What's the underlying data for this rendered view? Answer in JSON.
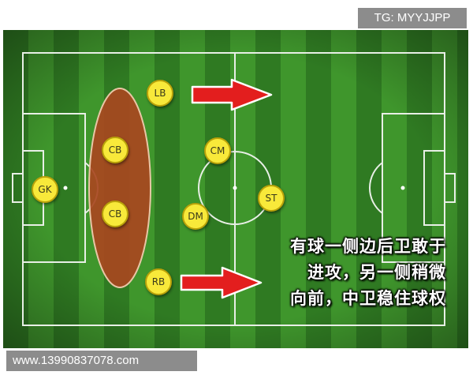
{
  "watermarks": {
    "top": "TG: MYYJJPP",
    "bottom": "www.13990837078.com"
  },
  "players": {
    "gk": "GK",
    "lb": "LB",
    "cb_top": "CB",
    "cb_bottom": "CB",
    "cm": "CM",
    "dm": "DM",
    "st": "ST",
    "rb": "RB"
  },
  "caption": {
    "line1": "有球一侧边后卫敢于",
    "line2": "进攻，另一侧稍微",
    "line3": "向前，中卫稳住球权"
  },
  "colors": {
    "grass_dark": "#2f7a22",
    "grass_light": "#3f962c",
    "player_fill": "#f8e93a",
    "cb_zone": "#a8471f",
    "arrow": "#e31e1e"
  },
  "icons": {
    "arrows": [
      "arrow-right-icon",
      "arrow-right-icon"
    ]
  }
}
